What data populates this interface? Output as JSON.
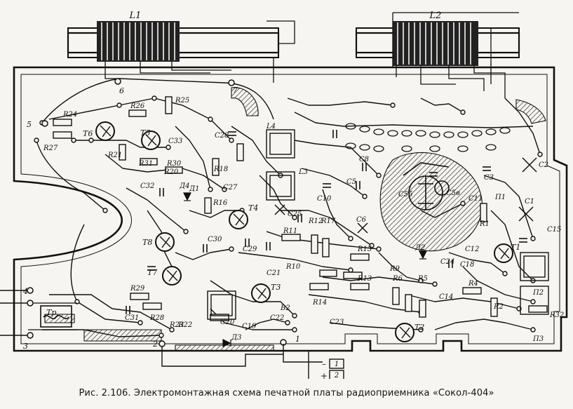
{
  "caption": "Рис. 2.106. Электромонтажная схема печатной платы радиоприемника «Сокол-404»",
  "coils": {
    "l1": "L1",
    "l2": "L2"
  },
  "pins": [
    "1",
    "2",
    "3",
    "4",
    "5",
    "6",
    "7"
  ],
  "transformer": "Тр",
  "terminals": [
    "1",
    "2"
  ],
  "polarity": [
    "–",
    "+"
  ],
  "transistors": [
    "T1",
    "T2",
    "T3",
    "T4",
    "T5",
    "T6",
    "T7",
    "T8"
  ],
  "capacitors": [
    "C1",
    "C2",
    "C3",
    "C5",
    "C6",
    "C8",
    "C10",
    "C11",
    "C12",
    "C14",
    "C15",
    "C18",
    "C19",
    "C20",
    "C21",
    "C22",
    "C23",
    "C24",
    "C25",
    "C27",
    "C28",
    "C29",
    "C30",
    "C31",
    "C32",
    "C33",
    "C5б",
    "C5в"
  ],
  "resistors": [
    "R1",
    "R2",
    "R4",
    "R5",
    "R6",
    "R9",
    "R10",
    "R11",
    "R12",
    "R13",
    "R14",
    "R15",
    "R16",
    "R17",
    "R18",
    "R20",
    "R21",
    "R22",
    "R23",
    "R24",
    "R25",
    "R26",
    "R27",
    "R28",
    "R29",
    "R30",
    "R31",
    "R32"
  ],
  "inductors": [
    "L3",
    "L4"
  ],
  "diodes": [
    "Д1",
    "Д2",
    "Д3",
    "Д4"
  ],
  "switch": "В2",
  "switch_marks": [
    "П1",
    "П2",
    "П3"
  ]
}
